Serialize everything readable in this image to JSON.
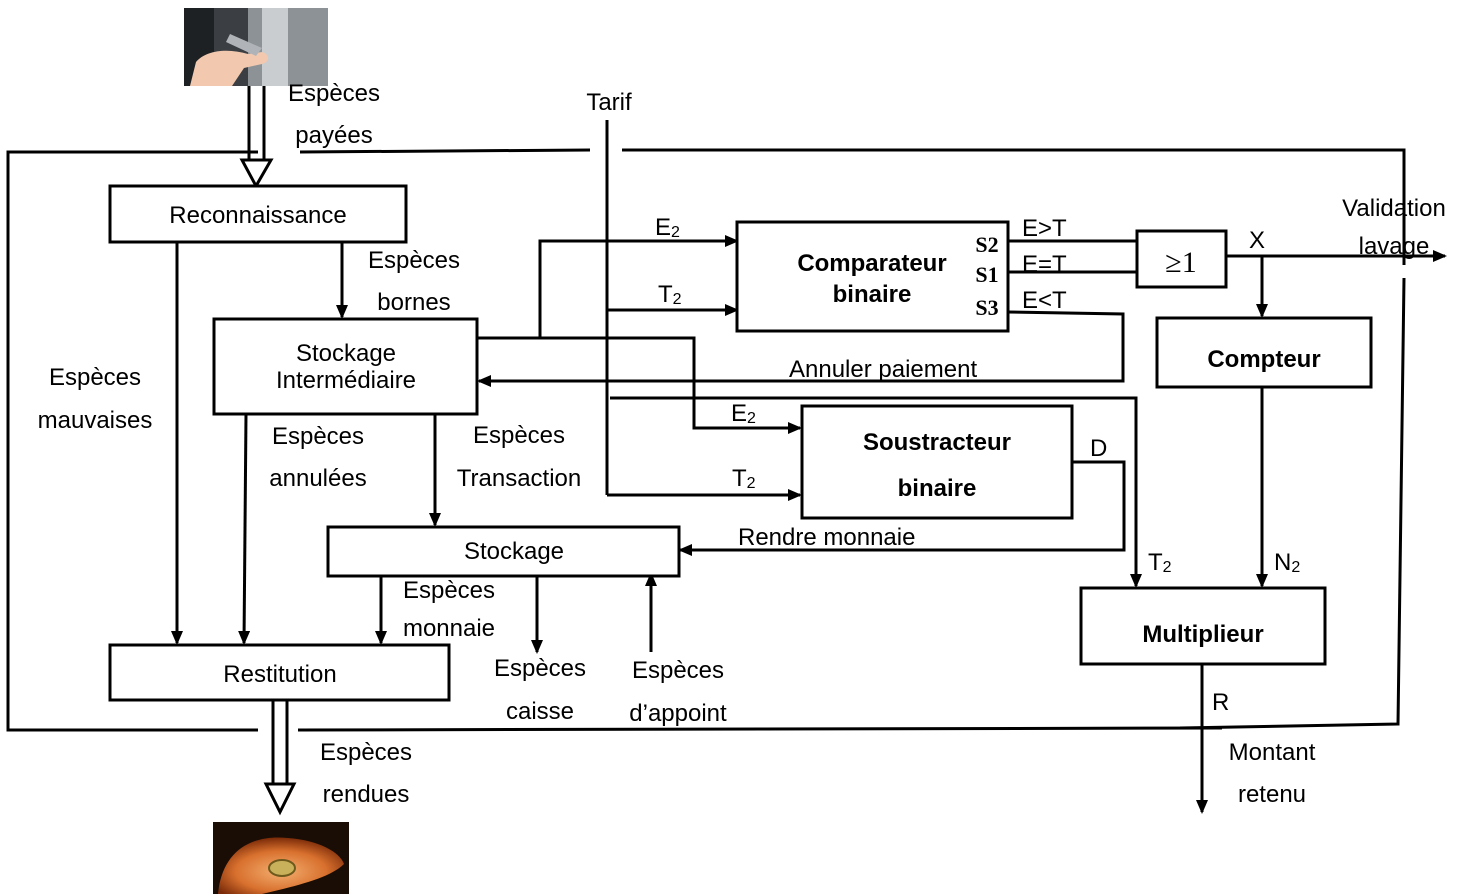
{
  "diagram": {
    "blocks": {
      "reconnaissance": "Reconnaissance",
      "stockage_inter_line1": "Stockage",
      "stockage_inter_line2": "Intermédiaire",
      "stockage": "Stockage",
      "restitution": "Restitution",
      "comparateur_line1": "Comparateur",
      "comparateur_line2": "binaire",
      "soustracteur_line1": "Soustracteur",
      "soustracteur_line2": "binaire",
      "or_gate": "≥1",
      "compteur": "Compteur",
      "multiplieur": "Multiplieur"
    },
    "ports": {
      "s2": "S2",
      "s1": "S1",
      "s3": "S3"
    },
    "labels": {
      "especes_payees_1": "Espèces",
      "especes_payees_2": "payées",
      "tarif": "Tarif",
      "especes_bornes_1": "Espèces",
      "especes_bornes_2": "bornes",
      "especes_mauvaises_1": "Espèces",
      "especes_mauvaises_2": "mauvaises",
      "especes_annulees_1": "Espèces",
      "especes_annulees_2": "annulées",
      "especes_transaction_1": "Espèces",
      "especes_transaction_2": "Transaction",
      "especes_monnaie_1": "Espèces",
      "especes_monnaie_2": "monnaie",
      "especes_caisse_1": "Espèces",
      "especes_caisse_2": "caisse",
      "especes_appoint_1": "Espèces",
      "especes_appoint_2": "d’appoint",
      "especes_rendues_1": "Espèces",
      "especes_rendues_2": "rendues",
      "validation_1": "Validation",
      "validation_2": "lavage",
      "montant_1": "Montant",
      "montant_2": "retenu",
      "e2_comp": "E",
      "t2_comp": "T",
      "e2_sous": "E",
      "t2_sous": "T",
      "t2_mult": "T",
      "n2_mult": "N",
      "sub2": "2",
      "egt": "E>T",
      "eeqt": "E=T",
      "elt": "E<T",
      "x": "X",
      "d": "D",
      "r": "R",
      "annuler": "Annuler paiement",
      "rendre": "Rendre monnaie"
    }
  }
}
